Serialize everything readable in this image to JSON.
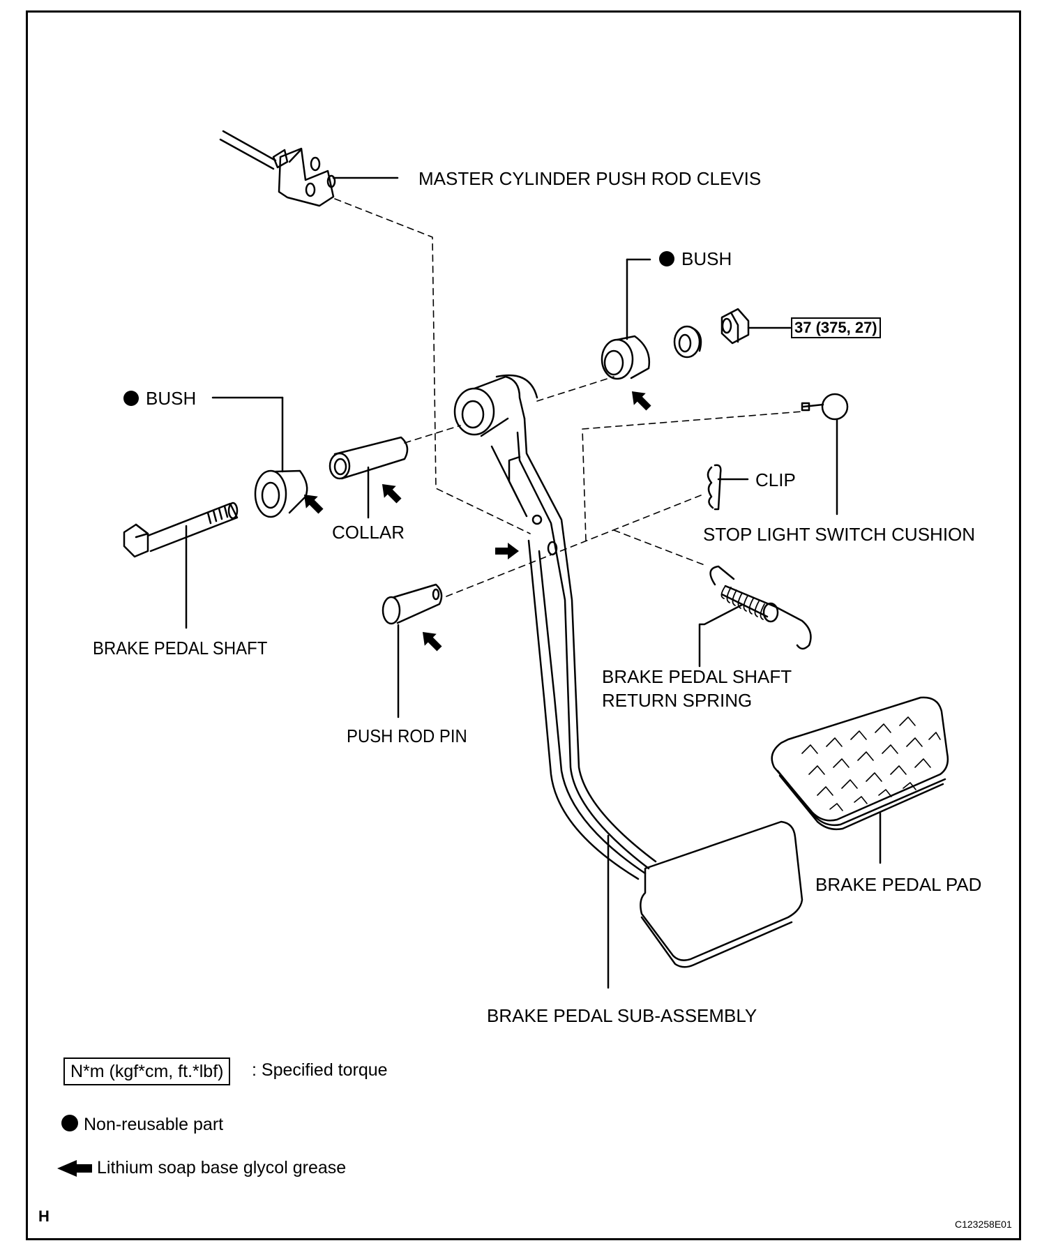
{
  "figure": {
    "corner_mark": "H",
    "figure_id": "C123258E01"
  },
  "labels": {
    "master_cylinder_push_rod_clevis": "MASTER CYLINDER PUSH ROD CLEVIS",
    "bush_upper": "BUSH",
    "torque_value": "37 (375, 27)",
    "bush_left": "BUSH",
    "collar": "COLLAR",
    "clip": "CLIP",
    "stop_light_switch_cushion": "STOP LIGHT SWITCH CUSHION",
    "brake_pedal_shaft": "BRAKE PEDAL SHAFT",
    "push_rod_pin": "PUSH ROD PIN",
    "return_spring_line1": "BRAKE PEDAL SHAFT",
    "return_spring_line2": "RETURN SPRING",
    "brake_pedal_pad": "BRAKE PEDAL PAD",
    "brake_pedal_sub_assembly": "BRAKE PEDAL SUB-ASSEMBLY"
  },
  "legend": {
    "torque_units": "N*m (kgf*cm, ft.*lbf)",
    "torque_desc": ": Specified torque",
    "non_reusable": "Non-reusable part",
    "grease": "Lithium soap base glycol grease"
  },
  "symbols": {
    "non_reusable": "filled-circle-icon",
    "grease": "grease-arrow-icon"
  }
}
